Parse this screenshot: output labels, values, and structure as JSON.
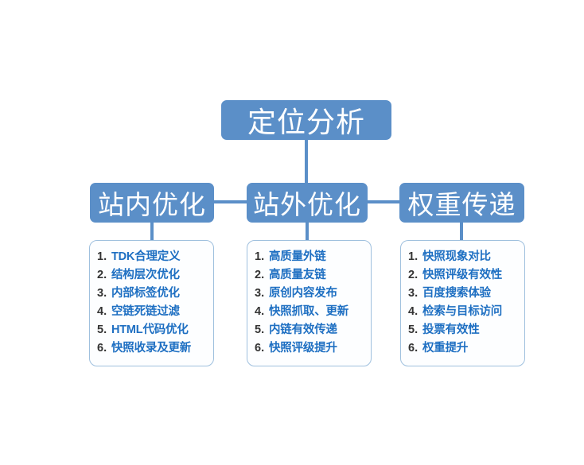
{
  "diagram": {
    "root": {
      "label": "定位分析"
    },
    "branches": [
      {
        "id": "inner",
        "label": "站内优化"
      },
      {
        "id": "outer",
        "label": "站外优化"
      },
      {
        "id": "weight",
        "label": "权重传递"
      }
    ],
    "lists": [
      {
        "id": "inner",
        "items": [
          {
            "num": "1.",
            "text": "TDK合理定义"
          },
          {
            "num": "2.",
            "text": "结构层次优化"
          },
          {
            "num": "3.",
            "text": "内部标签优化"
          },
          {
            "num": "4.",
            "text": "空链死链过滤"
          },
          {
            "num": "5.",
            "text": "HTML代码优化"
          },
          {
            "num": "6.",
            "text": "快照收录及更新"
          }
        ]
      },
      {
        "id": "outer",
        "items": [
          {
            "num": "1.",
            "text": "高质量外链"
          },
          {
            "num": "2.",
            "text": "高质量友链"
          },
          {
            "num": "3.",
            "text": "原创内容发布"
          },
          {
            "num": "4.",
            "text": "快照抓取、更新"
          },
          {
            "num": "5.",
            "text": "内链有效传递"
          },
          {
            "num": "6.",
            "text": "快照评级提升"
          }
        ]
      },
      {
        "id": "weight",
        "items": [
          {
            "num": "1.",
            "text": "快照现象对比"
          },
          {
            "num": "2.",
            "text": "快照评级有效性"
          },
          {
            "num": "3.",
            "text": "百度搜索体验"
          },
          {
            "num": "4.",
            "text": "检索与目标访问"
          },
          {
            "num": "5.",
            "text": "投票有效性"
          },
          {
            "num": "6.",
            "text": "权重提升"
          }
        ]
      }
    ],
    "colors": {
      "node_fill": "#5B8FC8",
      "node_text": "#FFFFFF",
      "connector": "#5B8FC8",
      "card_border": "#9FC0DE",
      "card_fill": "#FDFEFF",
      "list_number": "#333333",
      "list_text": "#1E6FC2",
      "background": "#FFFFFF"
    }
  }
}
